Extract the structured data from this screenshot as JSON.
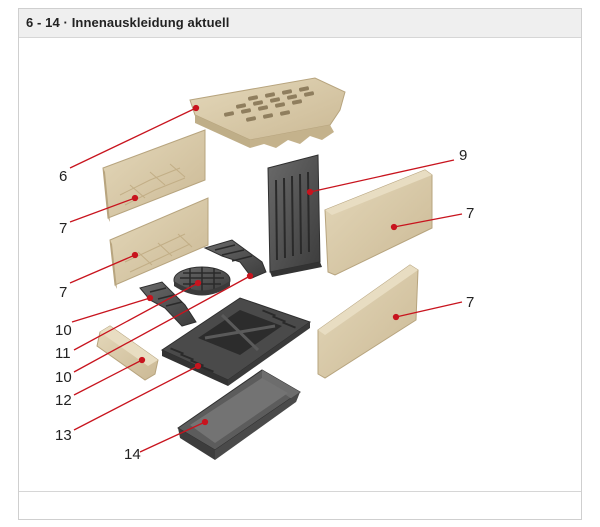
{
  "header": {
    "title": "6 - 14 · Innenauskleidung aktuell"
  },
  "labels": [
    "6",
    "7",
    "7",
    "9",
    "7",
    "7",
    "10",
    "11",
    "10",
    "12",
    "13",
    "14"
  ],
  "colors": {
    "chamotte": "#d8c9a6",
    "chamotte_dark": "#bda983",
    "cast_iron": "#5a5a5a",
    "cast_iron_dark": "#3d3d3d",
    "leader": "#c8141e"
  }
}
